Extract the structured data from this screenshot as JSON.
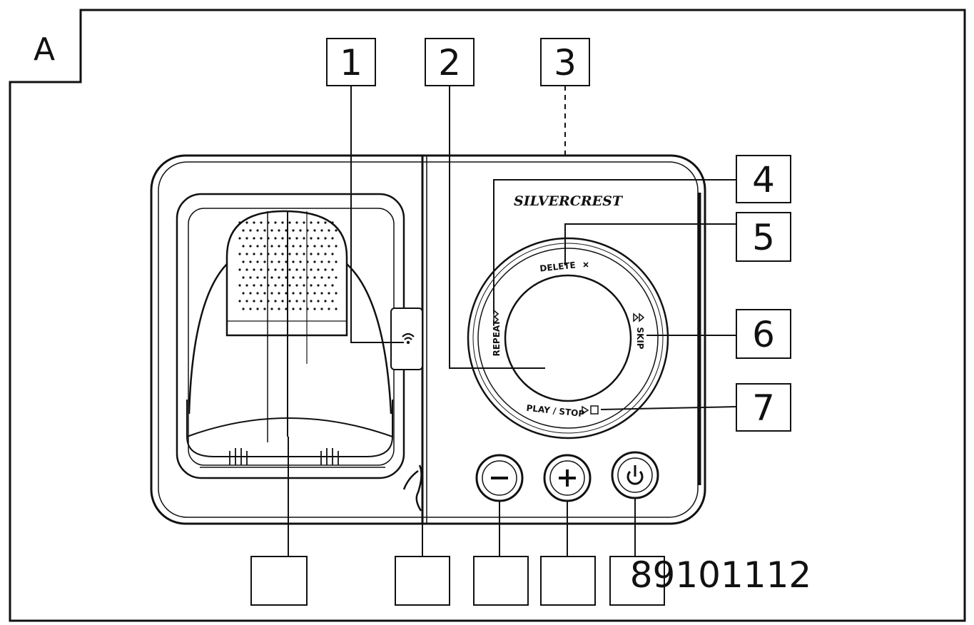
{
  "figure": {
    "label": "A"
  },
  "callouts": {
    "top": [
      "1",
      "2",
      "3"
    ],
    "right": [
      "4",
      "5",
      "6",
      "7"
    ],
    "bottom_text": "89101112"
  },
  "device": {
    "brand": "SILVERCREST",
    "ring_labels": {
      "delete": "DELETE",
      "repeat": "REPEAT",
      "skip": "SKIP",
      "play_stop": "PLAY / STOP"
    }
  }
}
